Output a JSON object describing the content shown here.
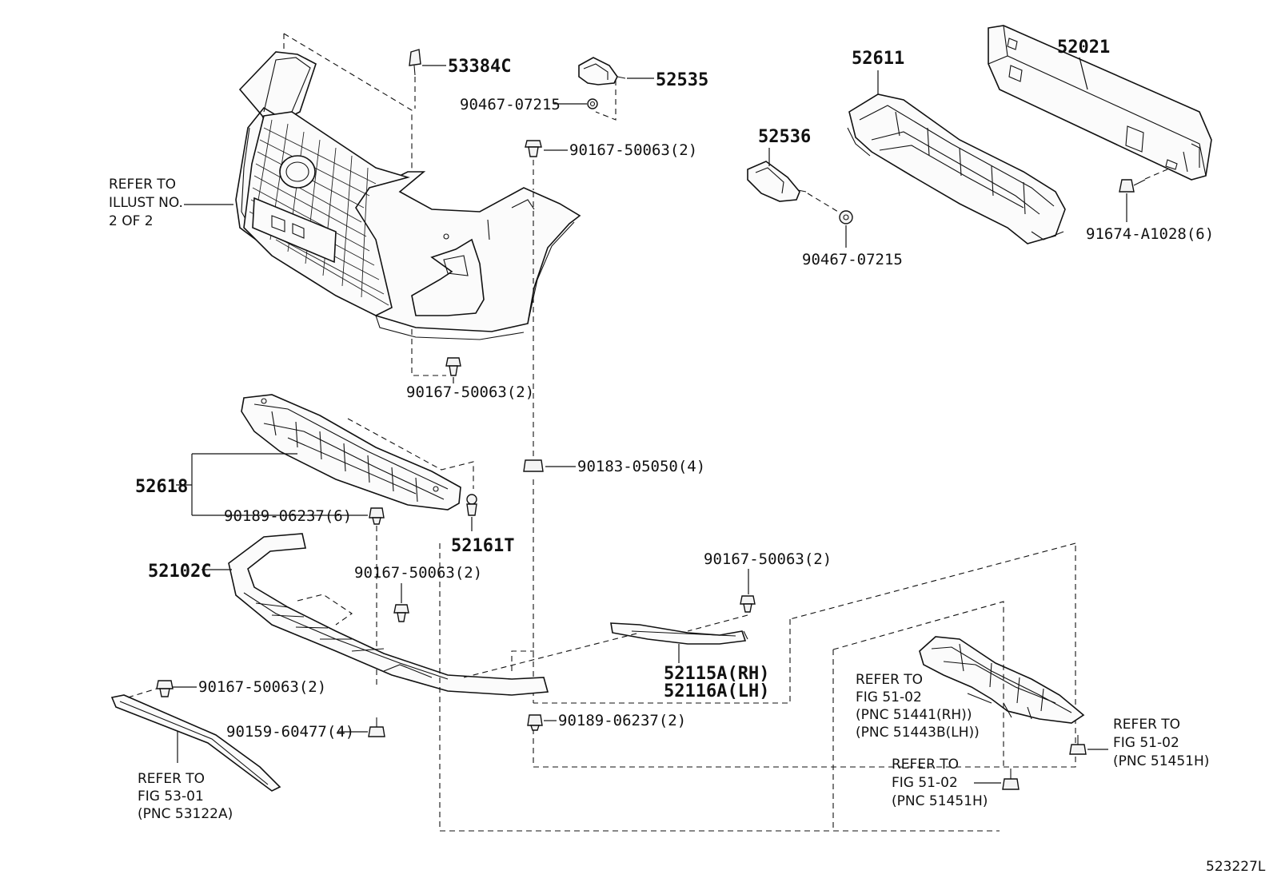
{
  "labels": {
    "p53384C": "53384C",
    "p52535": "52535",
    "p90467_07215_a": "90467-07215",
    "p90167_50063_a": "90167-50063(2)",
    "p52611": "52611",
    "p52021": "52021",
    "p52536": "52536",
    "p90467_07215_b": "90467-07215",
    "p91674_A1028": "91674-A1028(6)",
    "p90167_50063_b": "90167-50063(2)",
    "p52618": "52618",
    "p90189_06237_a": "90189-06237(6)",
    "p52161T": "52161T",
    "p90183_05050": "90183-05050(4)",
    "p52102C": "52102C",
    "p90167_50063_c": "90167-50063(2)",
    "p90167_50063_d": "90167-50063(2)",
    "p52115A": "52115A(RH)",
    "p52116A": "52116A(LH)",
    "p90167_50063_e": "90167-50063(2)",
    "p90189_06237_b": "90189-06237(2)",
    "p90159_60477": "90159-60477(4)",
    "diagram_id": "523227L"
  },
  "refs": {
    "illust": [
      "REFER TO",
      "ILLUST NO.",
      "2 OF 2"
    ],
    "fig5301": [
      "REFER TO",
      "FIG 53-01",
      "(PNC 53122A)"
    ],
    "fig5102_cover": [
      "REFER TO",
      "FIG 51-02",
      "(PNC 51441(RH))",
      "(PNC 51443B(LH))"
    ],
    "fig5102_right": [
      "REFER TO",
      "FIG 51-02",
      "(PNC 51451H)"
    ],
    "fig5102_bottom": [
      "REFER TO",
      "FIG 51-02",
      "(PNC 51451H)"
    ]
  }
}
